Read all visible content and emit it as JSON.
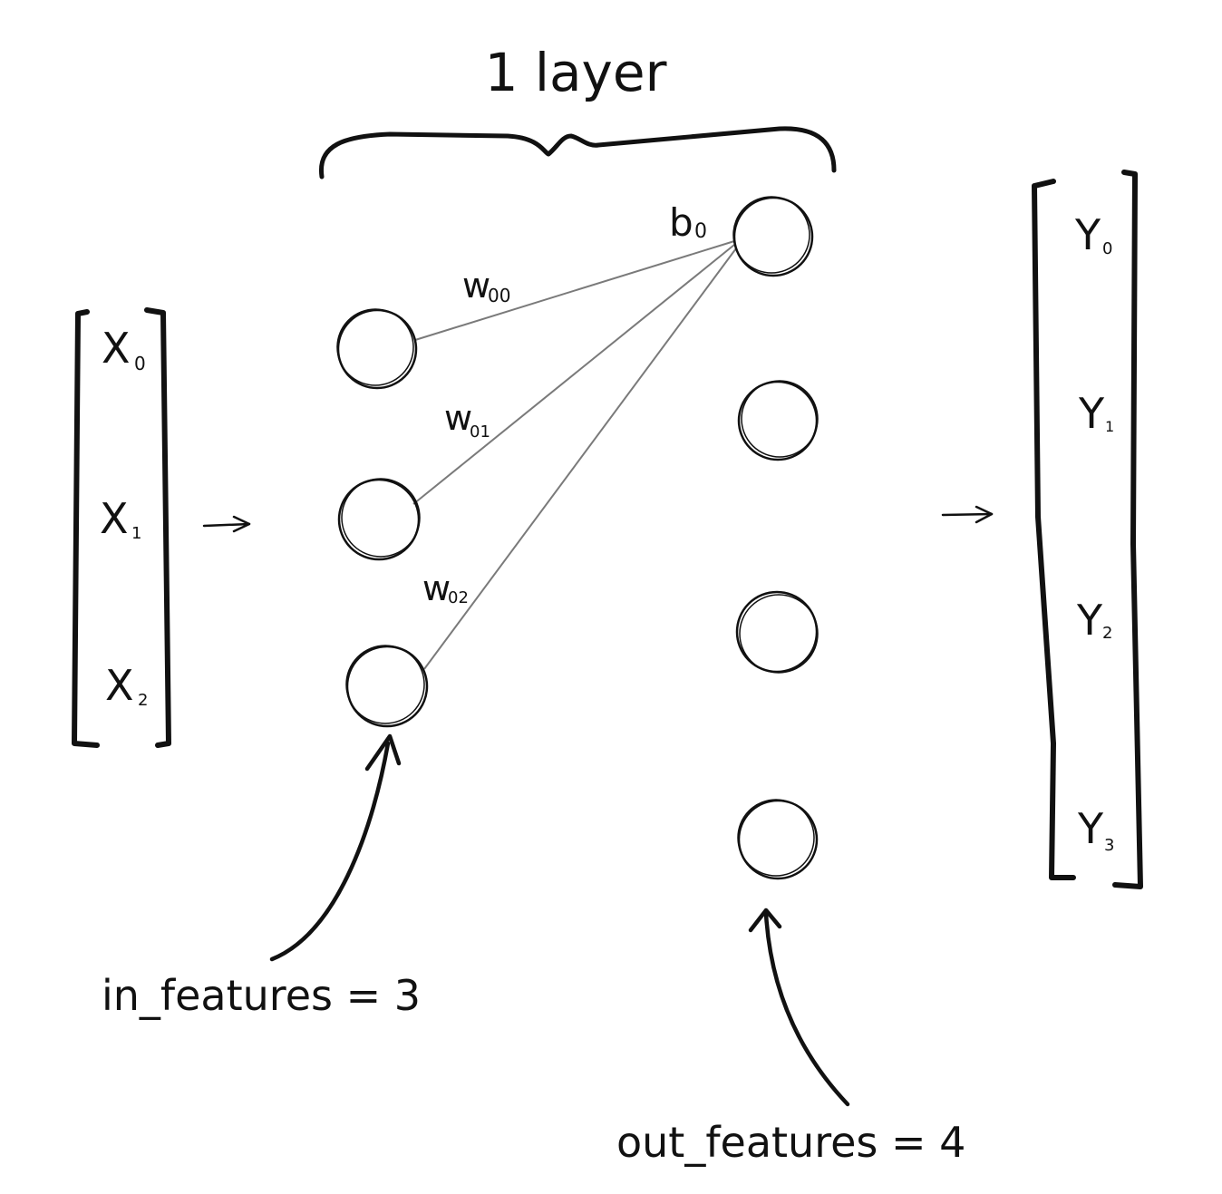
{
  "title": "1 layer",
  "inputs": [
    {
      "base": "X",
      "sub": "0"
    },
    {
      "base": "X",
      "sub": "1"
    },
    {
      "base": "X",
      "sub": "2"
    }
  ],
  "outputs": [
    {
      "base": "Y",
      "sub": "0"
    },
    {
      "base": "Y",
      "sub": "1"
    },
    {
      "base": "Y",
      "sub": "2"
    },
    {
      "base": "Y",
      "sub": "3"
    }
  ],
  "weights": [
    {
      "base": "w",
      "sub": "00"
    },
    {
      "base": "w",
      "sub": "01"
    },
    {
      "base": "w",
      "sub": "02"
    }
  ],
  "bias": {
    "base": "b",
    "sub": "0"
  },
  "annotations": {
    "in_features": "in_features = 3",
    "out_features": "out_features = 4"
  }
}
